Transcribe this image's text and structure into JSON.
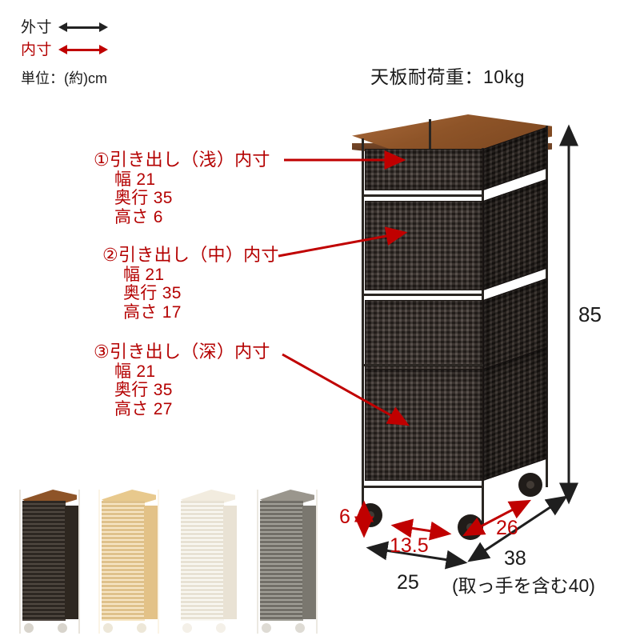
{
  "legend": {
    "outer_label": "外寸",
    "inner_label": "内寸",
    "unit_note": "単位：(約)cm",
    "outer_arrow_icon": "double-arrow-black",
    "inner_arrow_icon": "double-arrow-red",
    "outer_color": "#222222",
    "inner_color": "#b40000"
  },
  "header": {
    "top_load_capacity": "天板耐荷重：10kg"
  },
  "annotations": [
    {
      "id": "drawer-shallow",
      "title": "①引き出し（浅）内寸",
      "width": "幅 21",
      "depth": "奥行 35",
      "height": "高さ 6"
    },
    {
      "id": "drawer-medium",
      "title": "②引き出し（中）内寸",
      "width": "幅 21",
      "depth": "奥行 35",
      "height": "高さ 17"
    },
    {
      "id": "drawer-deep",
      "title": "③引き出し（深）内寸",
      "width": "幅 21",
      "depth": "奥行 35",
      "height": "高さ 27"
    }
  ],
  "dimensions": {
    "total_height": "85",
    "caster_height": "6",
    "caster_spacing": "13.5",
    "inner_depth": "26",
    "outer_width": "25",
    "outer_depth": "38",
    "depth_with_handle": "(取っ手を含む40)"
  },
  "colors": {
    "red": "#c00000",
    "dark_red": "#b40000",
    "black": "#1a1a1a",
    "wood_top": "#8e5428",
    "basket_dark": "#3b322c"
  },
  "chart_data": {
    "type": "table",
    "title": "天板耐荷重：10kg",
    "categories": [
      "幅",
      "奥行",
      "高さ"
    ],
    "series": [
      {
        "name": "①引き出し（浅）内寸",
        "values": [
          21,
          35,
          6
        ]
      },
      {
        "name": "②引き出し（中）内寸",
        "values": [
          21,
          35,
          17
        ]
      },
      {
        "name": "③引き出し（深）内寸",
        "values": [
          21,
          35,
          27
        ]
      }
    ],
    "outer_dimensions": {
      "width": 25,
      "depth": 38,
      "depth_with_handle": 40,
      "height": 85,
      "caster_height": 6,
      "caster_spacing": 13.5,
      "inner_depth": 26
    },
    "unit": "cm (約)"
  },
  "variants": [
    {
      "name": "dark-brown",
      "body": "#413831",
      "side": "#2e2720",
      "top": "#8e5428",
      "frame": "#e8e4dc",
      "caster": "#d8d4cc"
    },
    {
      "name": "natural-beige",
      "body": "#f3d9a6",
      "side": "#e3c287",
      "top": "#e8c98d",
      "frame": "#fbf4e6",
      "caster": "#ede7d8"
    },
    {
      "name": "ivory-white",
      "body": "#f6f1e7",
      "side": "#e9e2d4",
      "top": "#f2ecdf",
      "frame": "#ffffff",
      "caster": "#f4f0e8"
    },
    {
      "name": "gray",
      "body": "#8e8b82",
      "side": "#7a776f",
      "top": "#9a968d",
      "frame": "#ece9e2",
      "caster": "#dedbd4"
    }
  ]
}
